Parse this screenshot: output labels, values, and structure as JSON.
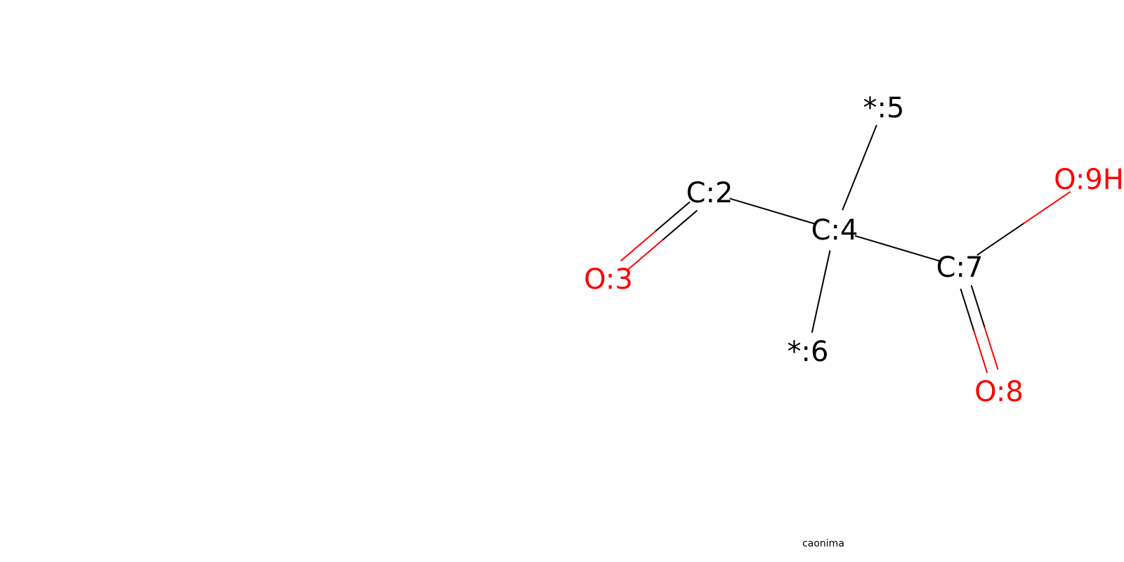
{
  "colors": {
    "background": "#ffffff",
    "carbon": "#000000",
    "oxygen": "#ff0000",
    "dummy": "#000000"
  },
  "atoms": [
    {
      "id": "C2",
      "label": "C:2",
      "element": "carbon"
    },
    {
      "id": "O3",
      "label": "O:3",
      "element": "oxygen"
    },
    {
      "id": "C4",
      "label": "C:4",
      "element": "carbon"
    },
    {
      "id": "S5",
      "label": "*:5",
      "element": "dummy"
    },
    {
      "id": "S6",
      "label": "*:6",
      "element": "dummy"
    },
    {
      "id": "C7",
      "label": "C:7",
      "element": "carbon"
    },
    {
      "id": "O8",
      "label": "O:8",
      "element": "oxygen"
    },
    {
      "id": "O9",
      "label": "O:9H",
      "element": "oxygen"
    }
  ],
  "bonds": [
    {
      "from": "C2",
      "to": "O3",
      "order": 2
    },
    {
      "from": "C2",
      "to": "C4",
      "order": 1
    },
    {
      "from": "C4",
      "to": "S5",
      "order": 1
    },
    {
      "from": "C4",
      "to": "S6",
      "order": 1
    },
    {
      "from": "C4",
      "to": "C7",
      "order": 1
    },
    {
      "from": "C7",
      "to": "O8",
      "order": 2
    },
    {
      "from": "C7",
      "to": "O9",
      "order": 1
    }
  ],
  "caption": "caonima"
}
